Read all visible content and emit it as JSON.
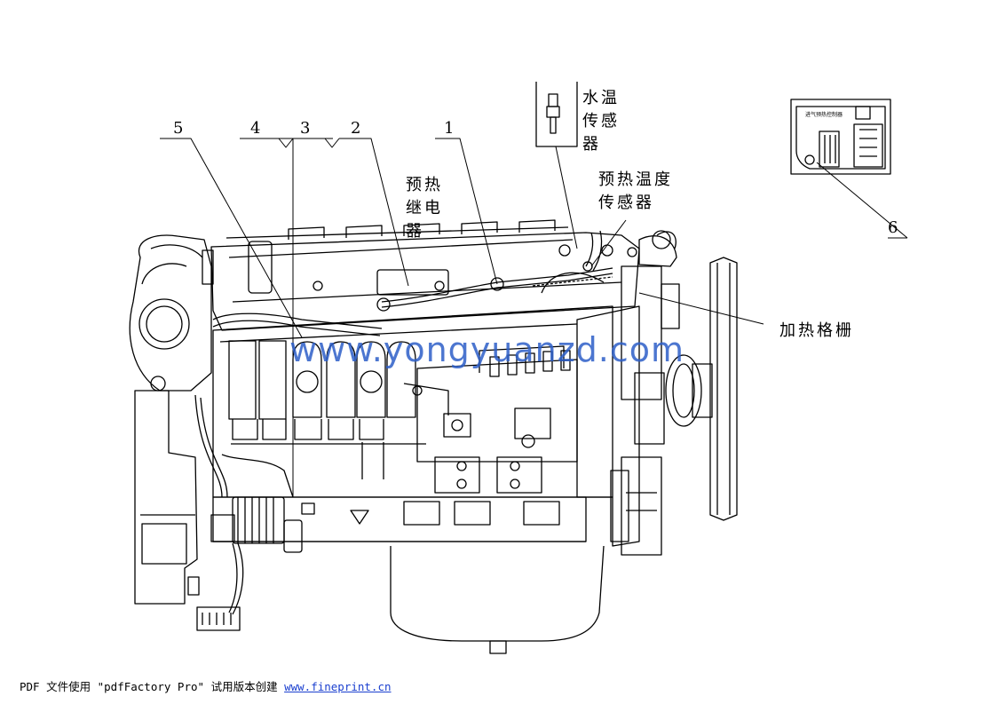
{
  "callouts": [
    "5",
    "4",
    "3",
    "2",
    "1",
    "6"
  ],
  "labels": {
    "preheat_relay": "预热继电器",
    "water_temp_sensor": "水温传感器",
    "preheat_temp_sensor": "预热温度传感器",
    "heater_grid": "加热格栅",
    "controller_text": "进气预热控制器"
  },
  "watermark": "www.yongyuanzd.com",
  "footer": {
    "prefix": "PDF 文件使用 \"pdfFactory Pro\" 试用版本创建 ",
    "link": "www.fineprint.cn"
  },
  "colors": {
    "line": "#000000",
    "watermark": "#2d5fc8",
    "link": "#1a3fcf"
  }
}
